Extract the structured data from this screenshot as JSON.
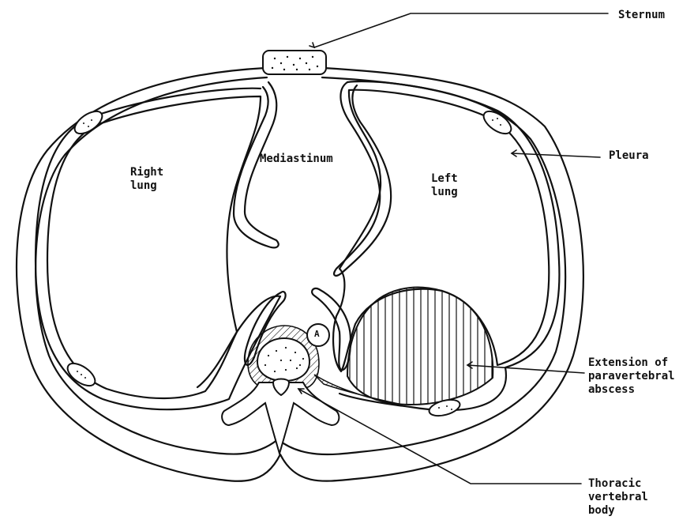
{
  "labels": {
    "sternum": "Sternum",
    "pleura": "Pleura",
    "mediastinum": "Mediastinum",
    "right_lung": "Right\nlung",
    "left_lung": "Left\nlung",
    "abscess": "Extension of\nparavertebral\nabscess",
    "vertebra": "Thoracic\nvertebral\nbody",
    "marker_a": "A"
  }
}
